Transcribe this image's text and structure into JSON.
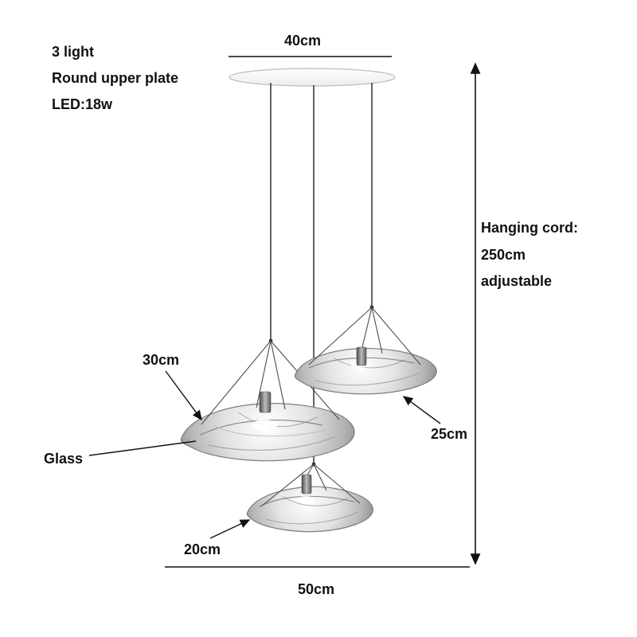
{
  "specs": {
    "line1": "3 light",
    "line2": "Round upper plate",
    "line3": "LED:18w"
  },
  "dimensions": {
    "plate_width": "40cm",
    "total_width": "50cm",
    "large_shade": "30cm",
    "medium_shade": "25cm",
    "small_shade": "20cm",
    "material": "Glass",
    "cord_label_line1": "Hanging cord:",
    "cord_label_line2": "250cm",
    "cord_label_line3": "adjustable"
  },
  "colors": {
    "background": "#ffffff",
    "line": "#111111",
    "text": "#111111",
    "plate_fill": "#fdfdfd",
    "plate_stroke": "#c6c6c6",
    "cord": "#3f3f3f",
    "glass_light": "#ffffff",
    "glass_mid": "#d6d6d6",
    "glass_dark": "#8d8d8d"
  }
}
